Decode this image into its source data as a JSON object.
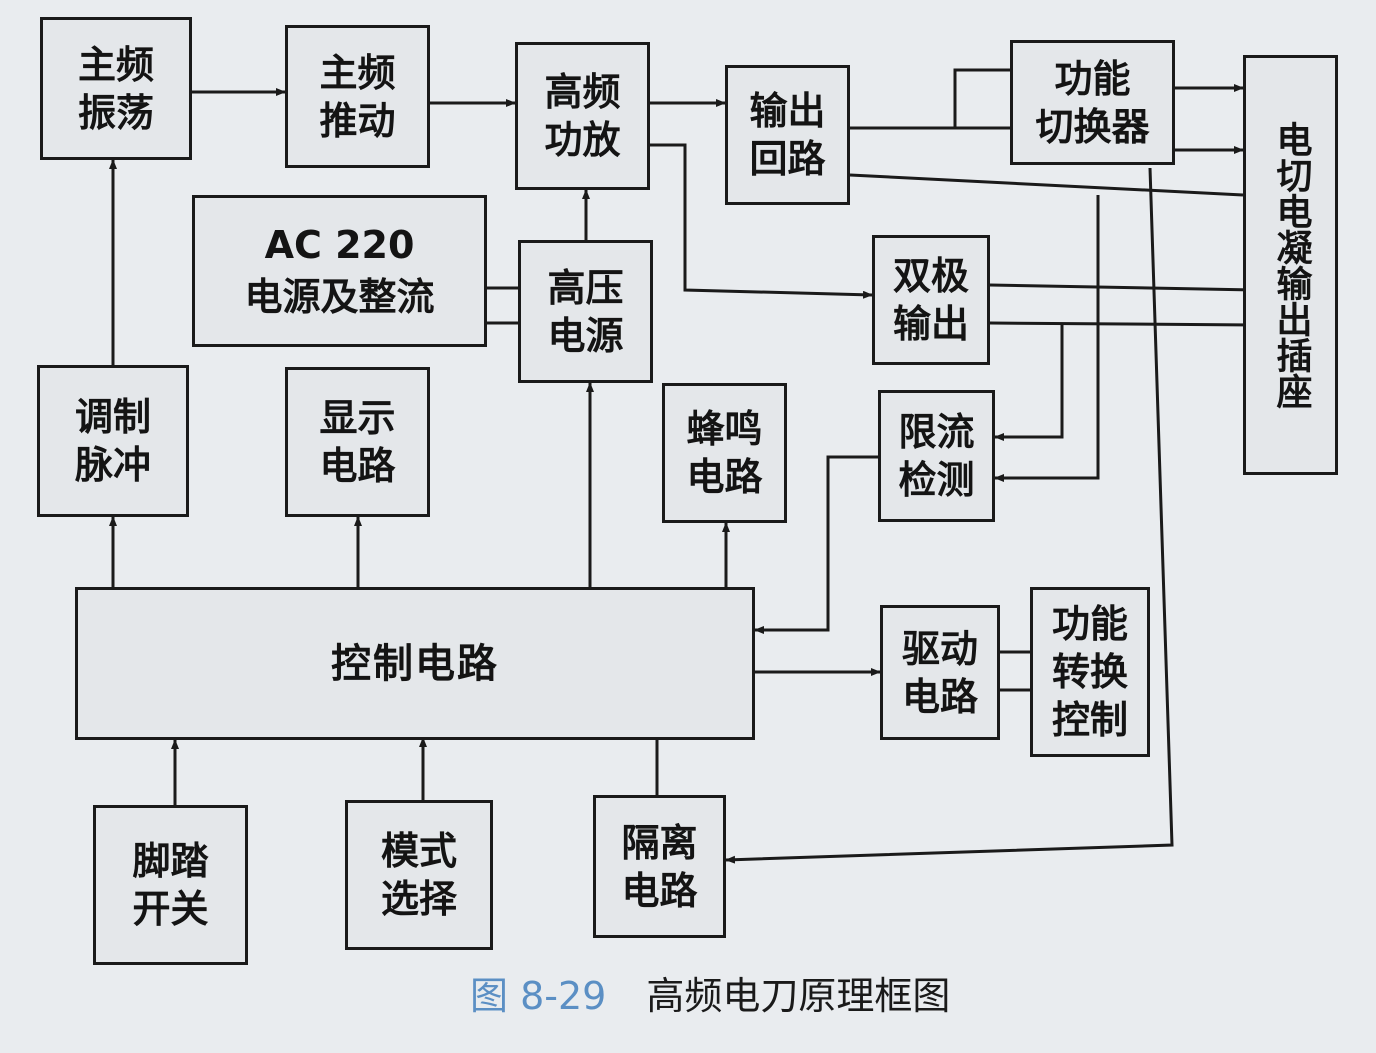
{
  "blocks": {
    "main_osc": "主频\n振荡",
    "main_drive": "主频\n推动",
    "hf_amp": "高频\n功放",
    "output_loop": "输出\n回路",
    "func_switcher": "功能\n切换器",
    "outlet": "电切电凝输出插座",
    "ac_power": "AC 220\n电源及整流",
    "hv_power": "高压\n电源",
    "bipolar_out": "双极\n输出",
    "mod_pulse": "调制\n脉冲",
    "display": "显示\n电路",
    "buzzer": "蜂鸣\n电路",
    "current_limit": "限流\n检测",
    "control": "控制电路",
    "driver": "驱动\n电路",
    "func_ctrl": "功能\n转换\n控制",
    "foot_switch": "脚踏\n开关",
    "mode_select": "模式\n选择",
    "isolation": "隔离\n电路"
  },
  "caption": {
    "number": "图 8-29",
    "title": "高频电刀原理框图"
  }
}
